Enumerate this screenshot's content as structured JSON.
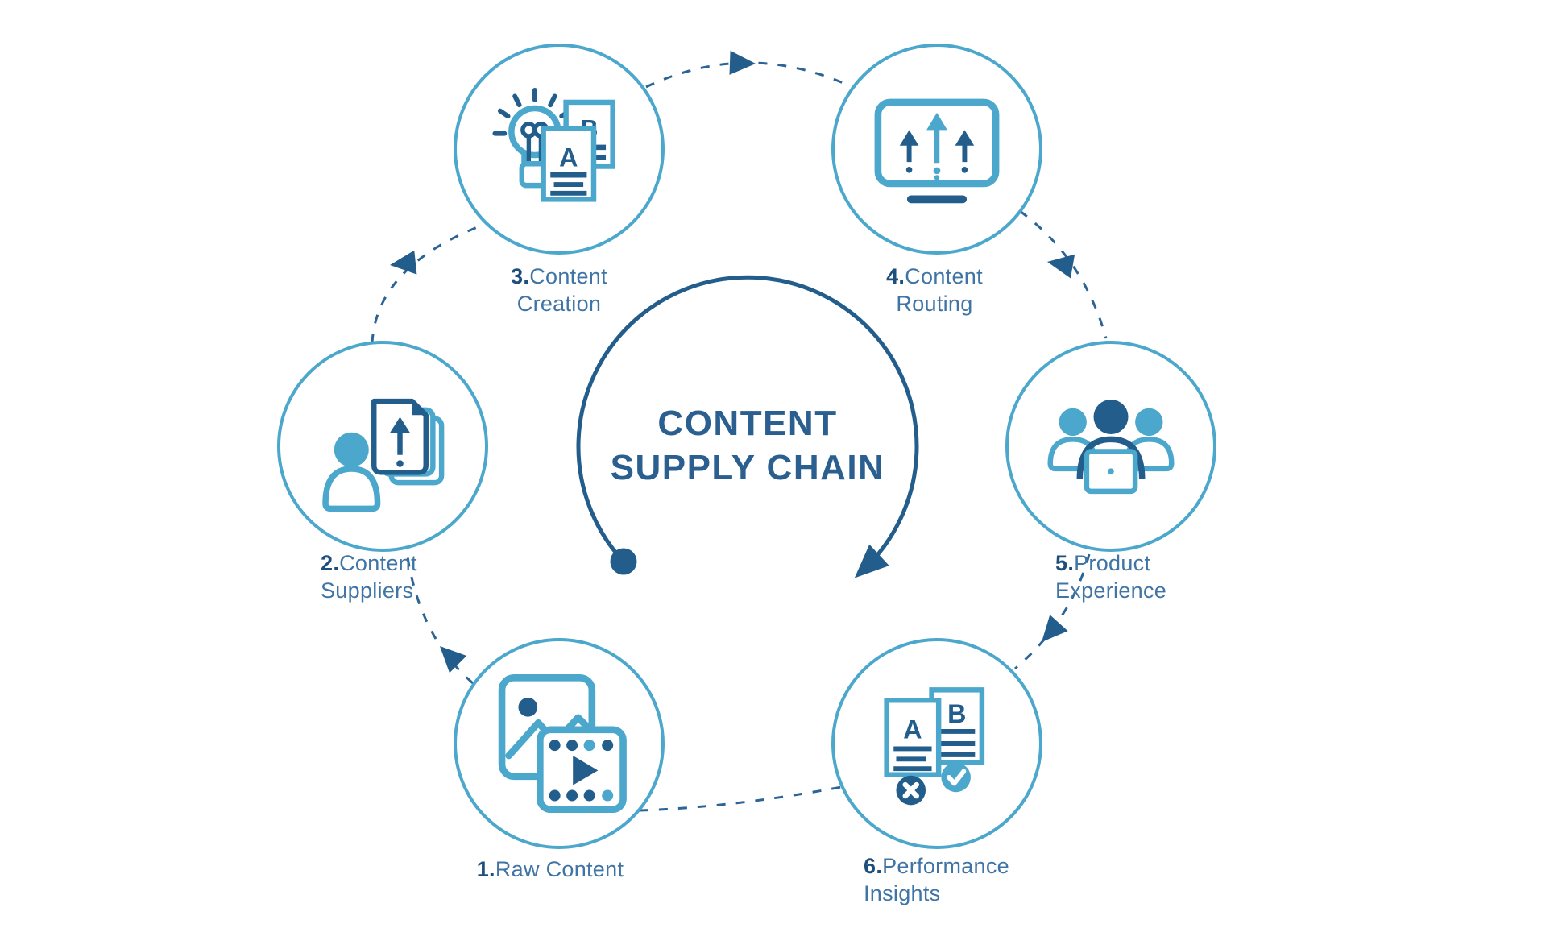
{
  "diagram": {
    "title_line1": "CONTENT",
    "title_line2": "SUPPLY CHAIN"
  },
  "nodes": [
    {
      "number": "1.",
      "name_line1": "Raw Content",
      "name_line2": "",
      "icon": "photo-video-icon"
    },
    {
      "number": "2.",
      "name_line1": "Content",
      "name_line2": "Suppliers",
      "icon": "person-upload-documents-icon"
    },
    {
      "number": "3.",
      "name_line1": "Content",
      "name_line2": "Creation",
      "icon": "lightbulb-idea-documents-icon"
    },
    {
      "number": "4.",
      "name_line1": "Content",
      "name_line2": "Routing",
      "icon": "screen-up-arrows-icon"
    },
    {
      "number": "5.",
      "name_line1": "Product",
      "name_line2": "Experience",
      "icon": "team-laptop-icon"
    },
    {
      "number": "6.",
      "name_line1": "Performance",
      "name_line2": "Insights",
      "icon": "ab-comparison-results-icon"
    }
  ],
  "icon_letters": {
    "a": "A",
    "b": "B"
  },
  "colors": {
    "accent_light": "#4BA7CB",
    "accent_dark": "#235D8C",
    "connector": "#2B6495",
    "label_number": "#1D4E7C",
    "label_text": "#3F74A5",
    "title_text": "#2A5F8F"
  }
}
